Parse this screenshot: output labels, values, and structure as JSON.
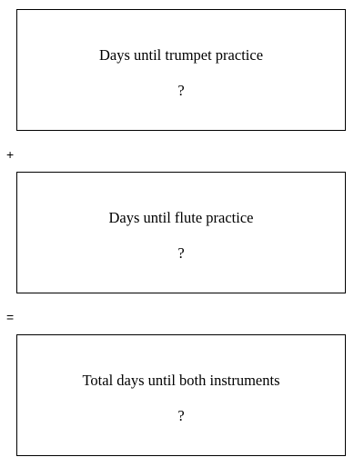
{
  "boxes": [
    {
      "label": "Days until trumpet practice",
      "value": "?"
    },
    {
      "label": "Days until flute practice",
      "value": "?"
    },
    {
      "label": "Total days until both instruments",
      "value": "?"
    }
  ],
  "operators": [
    "+",
    "="
  ]
}
